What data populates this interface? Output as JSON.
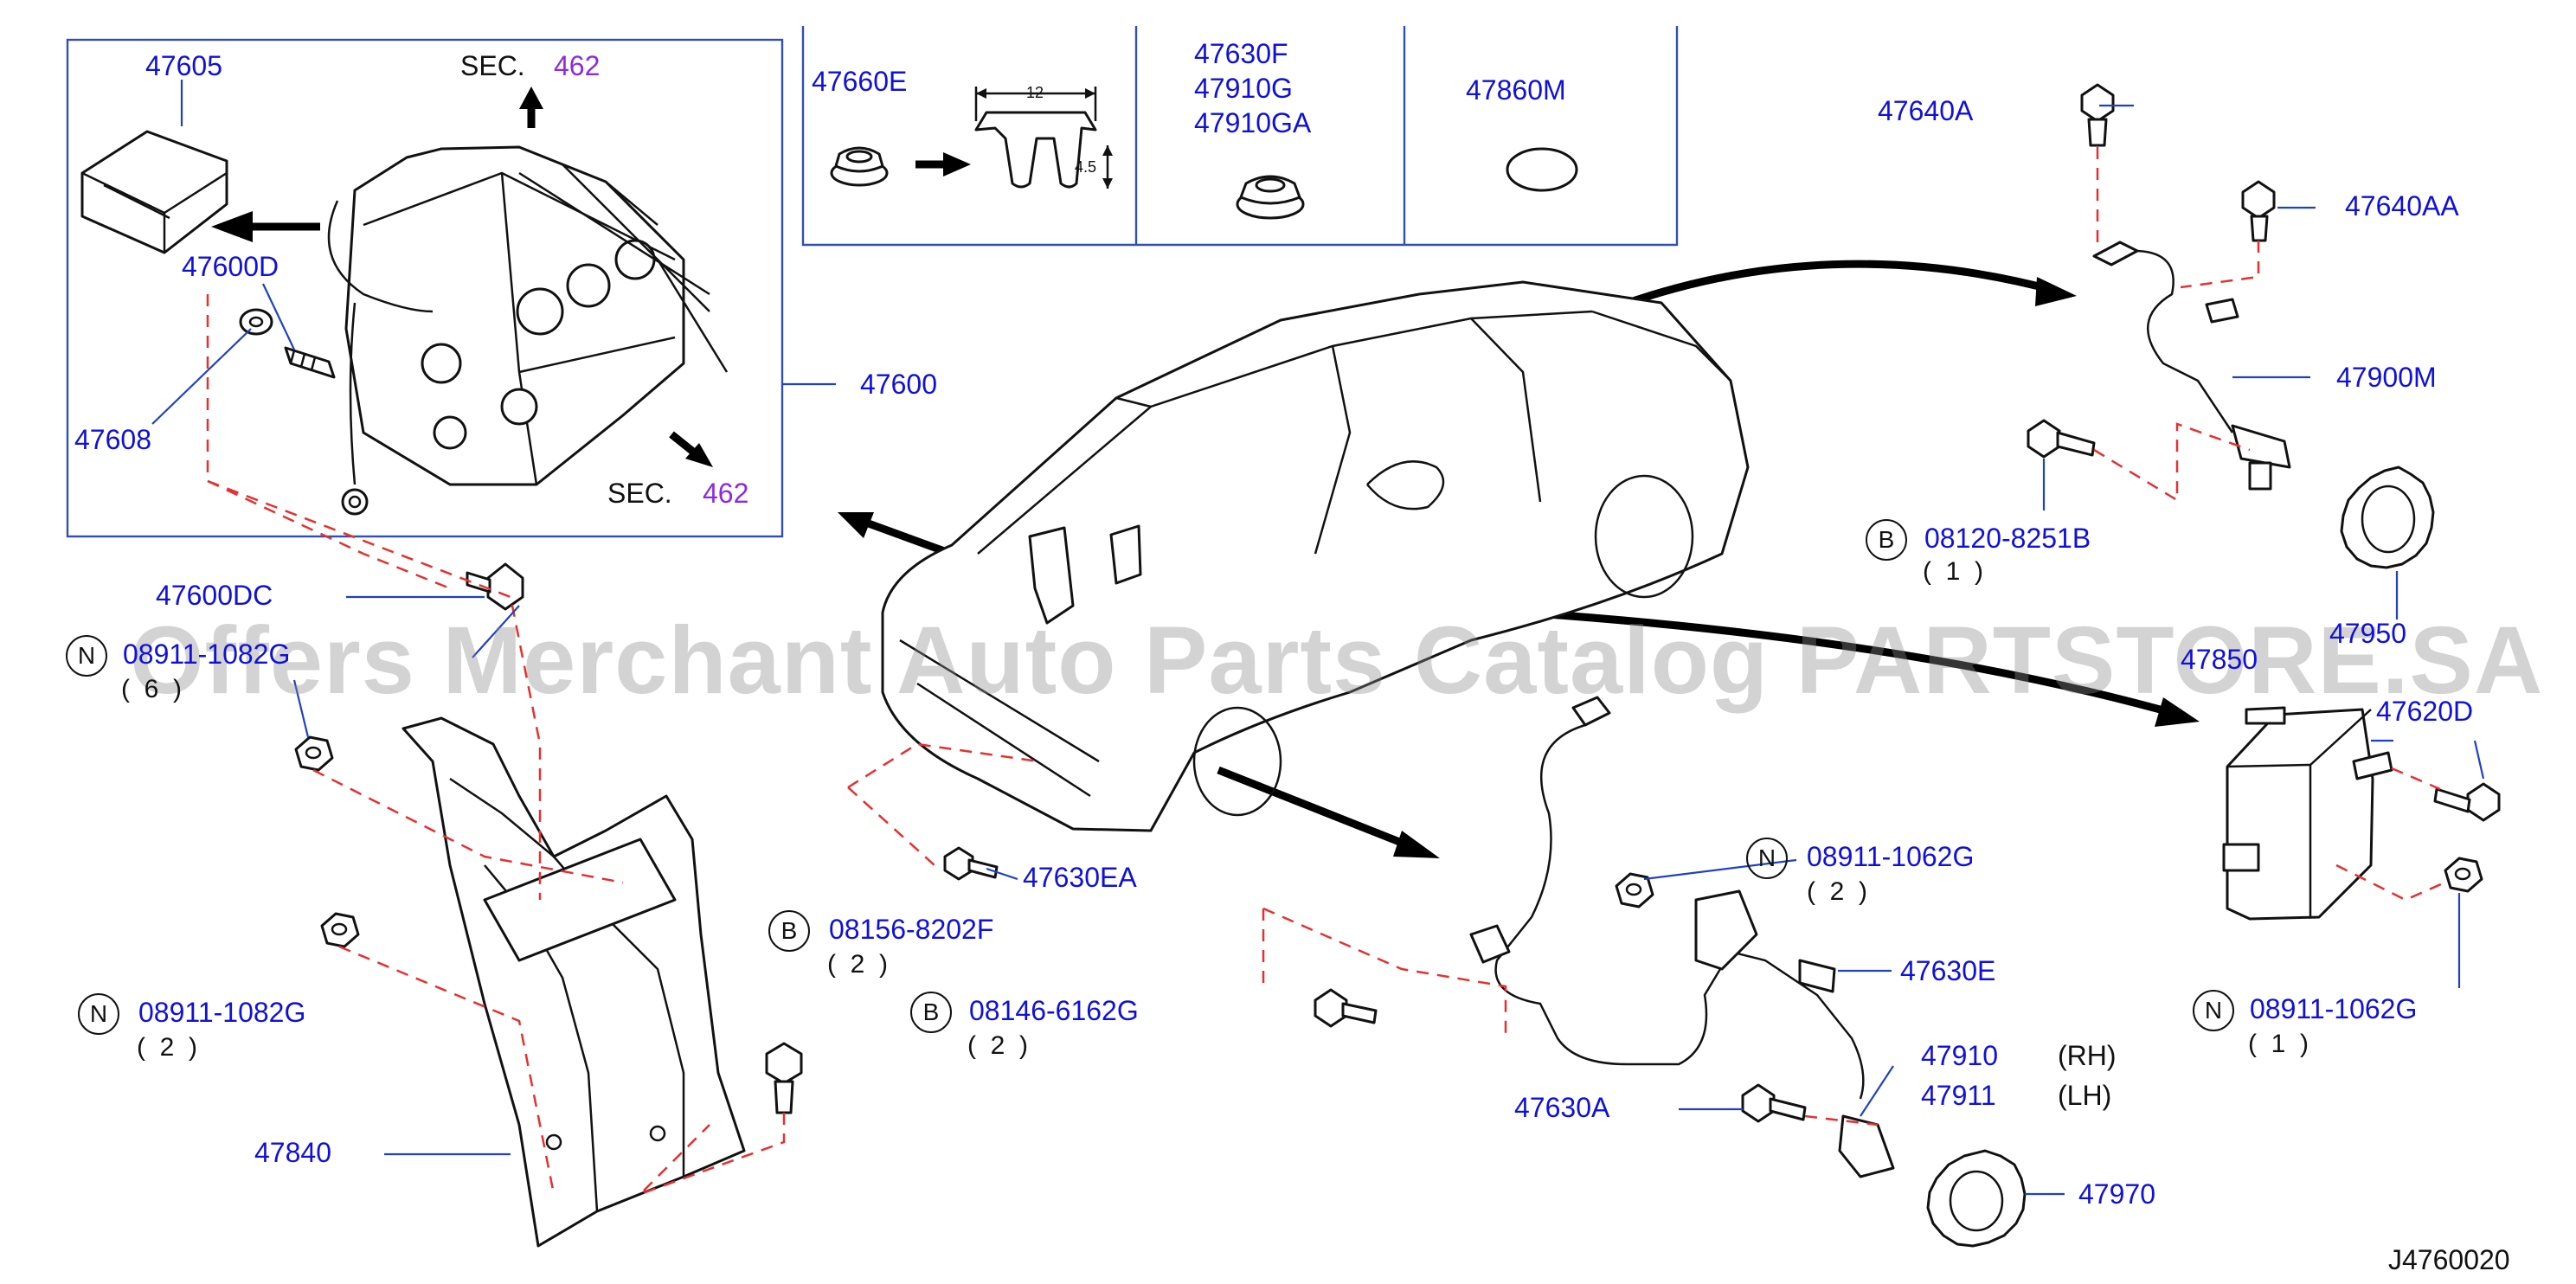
{
  "watermark": "Offers Merchant Auto Parts Catalog PARTSTORE.SA",
  "drawing_id": "J4760020",
  "colors": {
    "label": "#1010d8",
    "sec_ref": "#8a2be2",
    "dash": "#e53030",
    "leader": "#2040c0"
  },
  "sec_refs": [
    {
      "prefix": "SEC.",
      "num": "462"
    },
    {
      "prefix": "SEC.",
      "num": "462"
    }
  ],
  "parts": {
    "p47605": "47605",
    "p47600D": "47600D",
    "p47600": "47600",
    "p47608": "47608",
    "p47600DC": "47600DC",
    "p47660E": "47660E",
    "p47630F": "47630F",
    "p47910G": "47910G",
    "p47910GA": "47910GA",
    "p47860M": "47860M",
    "p47640A": "47640A",
    "p47640AA": "47640AA",
    "p47900M": "47900M",
    "p08120": "08120-8251B",
    "p47950": "47950",
    "p47850": "47850",
    "p47620D": "47620D",
    "p08911_1082G_a": "08911-1082G",
    "p08911_1082G_b": "08911-1082G",
    "p47630EA": "47630EA",
    "p08156": "08156-8202F",
    "p08146": "08146-6162G",
    "p47840": "47840",
    "p08911_1062G_a": "08911-1062G",
    "p47630E": "47630E",
    "p47910": "47910",
    "p47911": "47911",
    "p47630A": "47630A",
    "p47970": "47970",
    "p08911_1062G_b": "08911-1062G"
  },
  "side_rh": "(RH)",
  "side_lh": "(LH)",
  "qty": {
    "q08120": "(  1  )",
    "q08911_1082G_a": "(  6  )",
    "q08911_1082G_b": "(  2  )",
    "q08156": "(  2  )",
    "q08146": "(  2  )",
    "q08911_1062G_a": "(  2  )",
    "q08911_1062G_b": "(  1  )"
  },
  "prefix": {
    "b": "B",
    "n": "N"
  },
  "dims": {
    "width": "12",
    "height": "4.5"
  }
}
